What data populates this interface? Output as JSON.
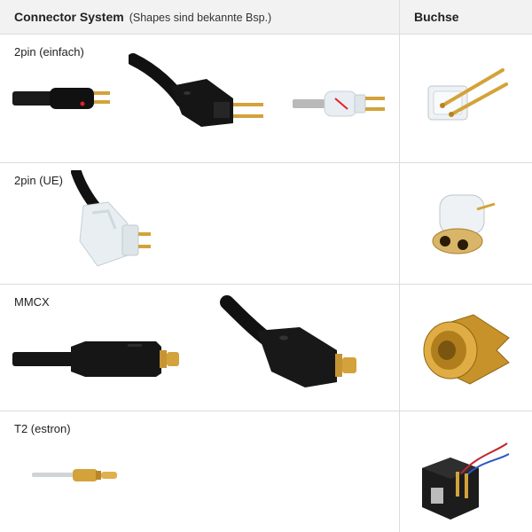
{
  "header": {
    "title": "Connector System",
    "note": "(Shapes sind bekannte Bsp.)",
    "socket": "Buchse"
  },
  "rows": [
    {
      "label": "2pin (einfach)"
    },
    {
      "label": "2pin (UE)"
    },
    {
      "label": "MMCX"
    },
    {
      "label": "T2 (estron)"
    }
  ],
  "colors": {
    "gold": "#d4a23a",
    "cable": "#151515",
    "clear": "#e8eef2",
    "divider": "#dcdcdc",
    "header_bg": "#f2f2f2"
  }
}
